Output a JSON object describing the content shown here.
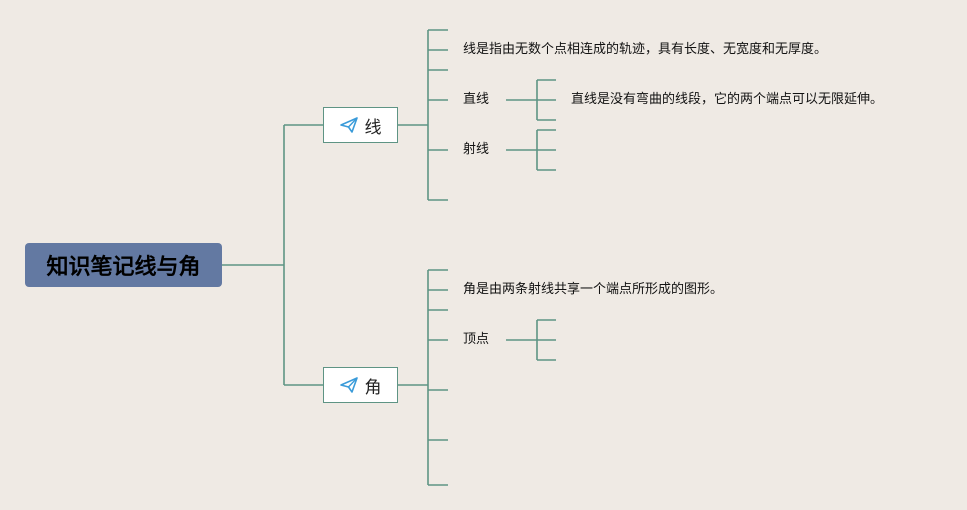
{
  "root": {
    "label": "知识笔记线与角"
  },
  "branches": [
    {
      "label": "线",
      "icon": "paper-plane-icon",
      "definition": "线是指由无数个点相连成的轨迹，具有长度、无宽度和无厚度。",
      "children": [
        {
          "label": "直线",
          "note": "直线是没有弯曲的线段，它的两个端点可以无限延伸。"
        },
        {
          "label": "射线"
        }
      ]
    },
    {
      "label": "角",
      "icon": "paper-plane-icon",
      "definition": "角是由两条射线共享一个端点所形成的图形。",
      "children": [
        {
          "label": "顶点"
        }
      ]
    }
  ],
  "colors": {
    "background": "#efeae4",
    "root_fill": "#6379a2",
    "connector": "#5e9484",
    "icon": "#3a9bd9"
  }
}
